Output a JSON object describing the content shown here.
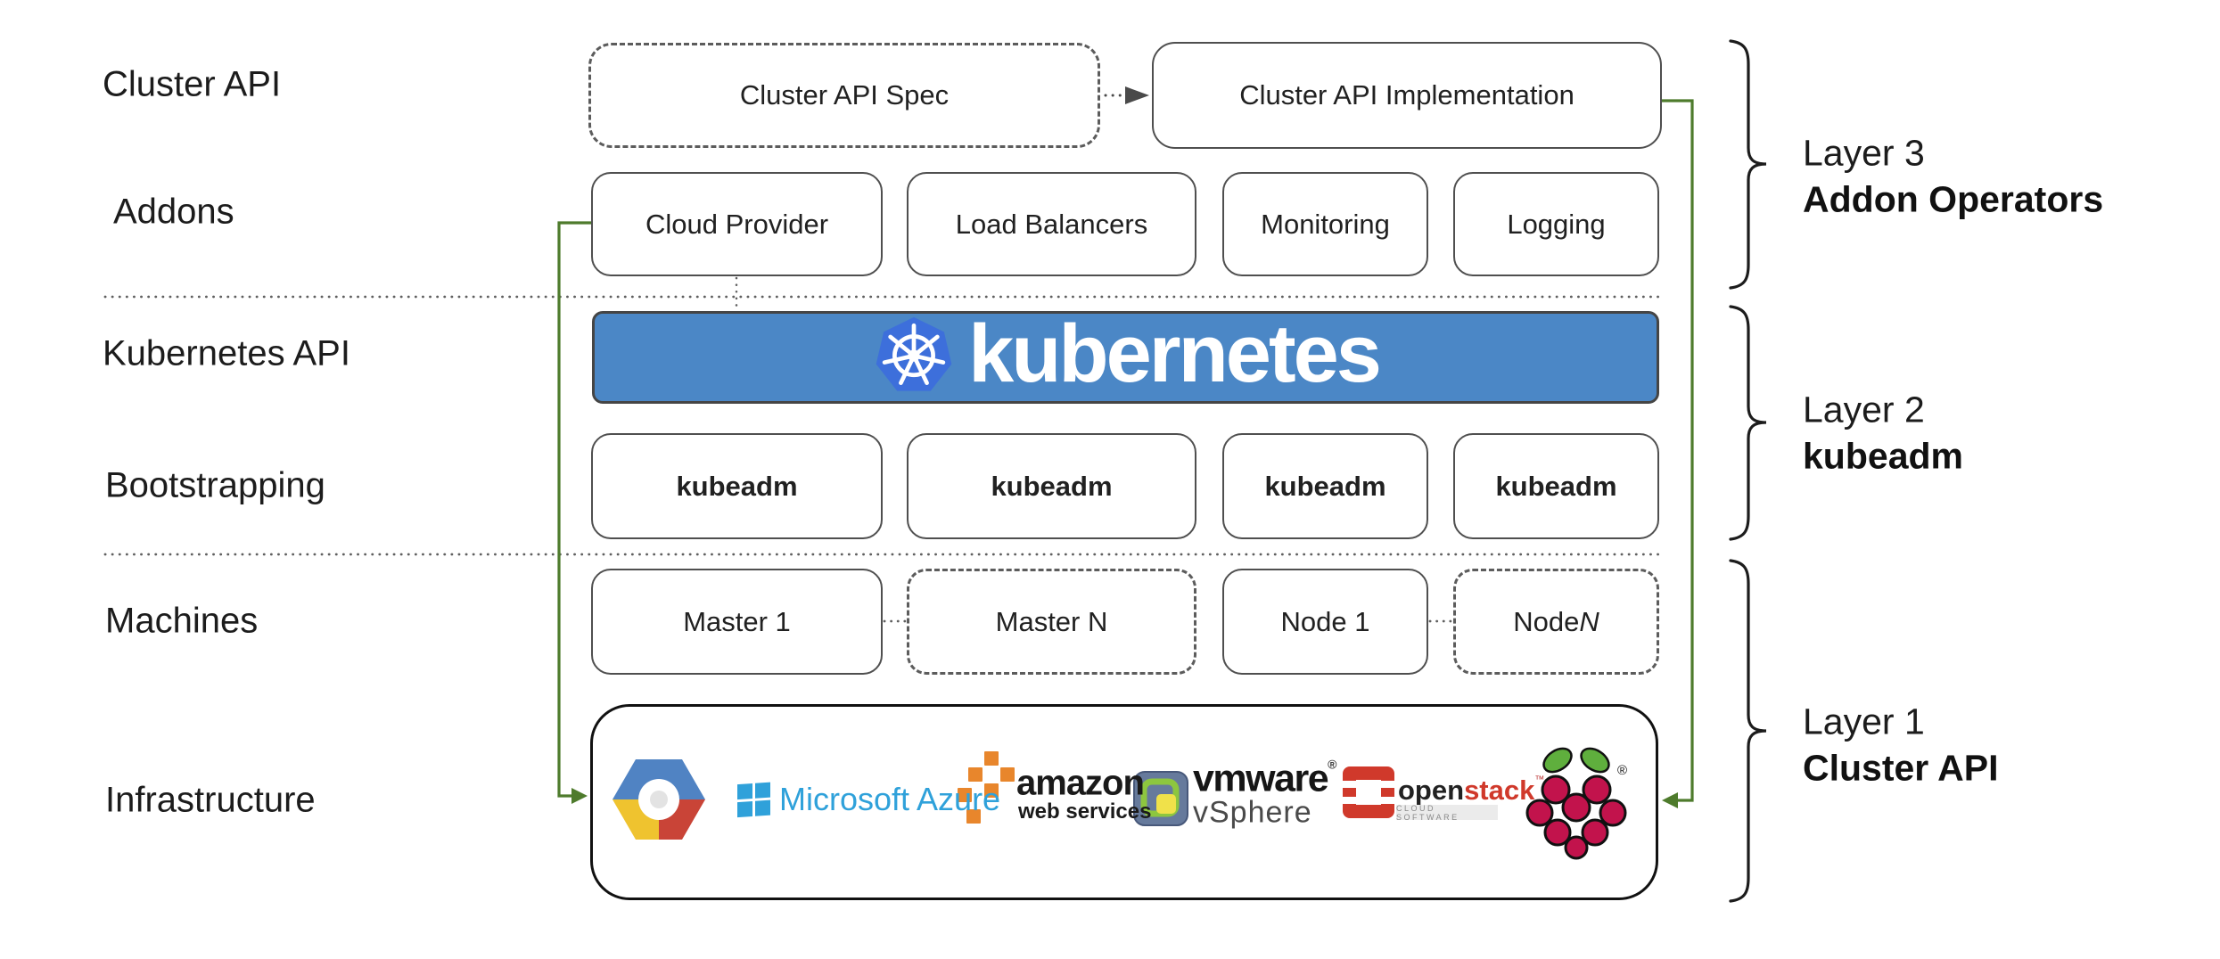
{
  "left_labels": {
    "cluster_api": "Cluster API",
    "addons": "Addons",
    "kubernetes_api": "Kubernetes API",
    "bootstrapping": "Bootstrapping",
    "machines": "Machines",
    "infrastructure": "Infrastructure"
  },
  "top_row": {
    "spec": "Cluster API Spec",
    "implementation": "Cluster API Implementation"
  },
  "addons_row": {
    "cloud_provider": "Cloud Provider",
    "load_balancers": "Load Balancers",
    "monitoring": "Monitoring",
    "logging": "Logging"
  },
  "banner": {
    "text": "kubernetes"
  },
  "bootstrapping_row": {
    "kubeadm": [
      "kubeadm",
      "kubeadm",
      "kubeadm",
      "kubeadm"
    ]
  },
  "machines_row": {
    "master_1": "Master 1",
    "master_n": "Master N",
    "node_1": "Node 1",
    "node_n_prefix": "Node ",
    "node_n_italic": "N"
  },
  "layers": [
    {
      "line1": "Layer 3",
      "line2": "Addon Operators"
    },
    {
      "line1": "Layer 2",
      "line2": "kubeadm"
    },
    {
      "line1": "Layer 1",
      "line2": "Cluster API"
    }
  ],
  "logos": {
    "google_cloud": "google-cloud-platform",
    "azure_text": "Microsoft Azure",
    "aws_text": "amazon",
    "aws_sub": "web services",
    "vmware_text": "vmware",
    "vmware_reg": "®",
    "vmware_sub": "vSphere",
    "openstack_open": "open",
    "openstack_stack": "stack",
    "openstack_tm": "™",
    "openstack_sub": "CLOUD SOFTWARE",
    "raspberry_pi_reg": "®"
  },
  "colors": {
    "connector_green": "#4e7b2c",
    "banner_blue": "#4b87c6",
    "k8s_logo_blue": "#3d6fdb",
    "azure_blue": "#2fa1da",
    "aws_orange": "#e8862c",
    "openstack_red": "#d0392b",
    "vmware_slate": "#667a9c",
    "vmware_green": "#8dc63f",
    "raspberry_red": "#c2134c",
    "leaf_green": "#5faf3d",
    "box_border": "#4f4f4f"
  }
}
